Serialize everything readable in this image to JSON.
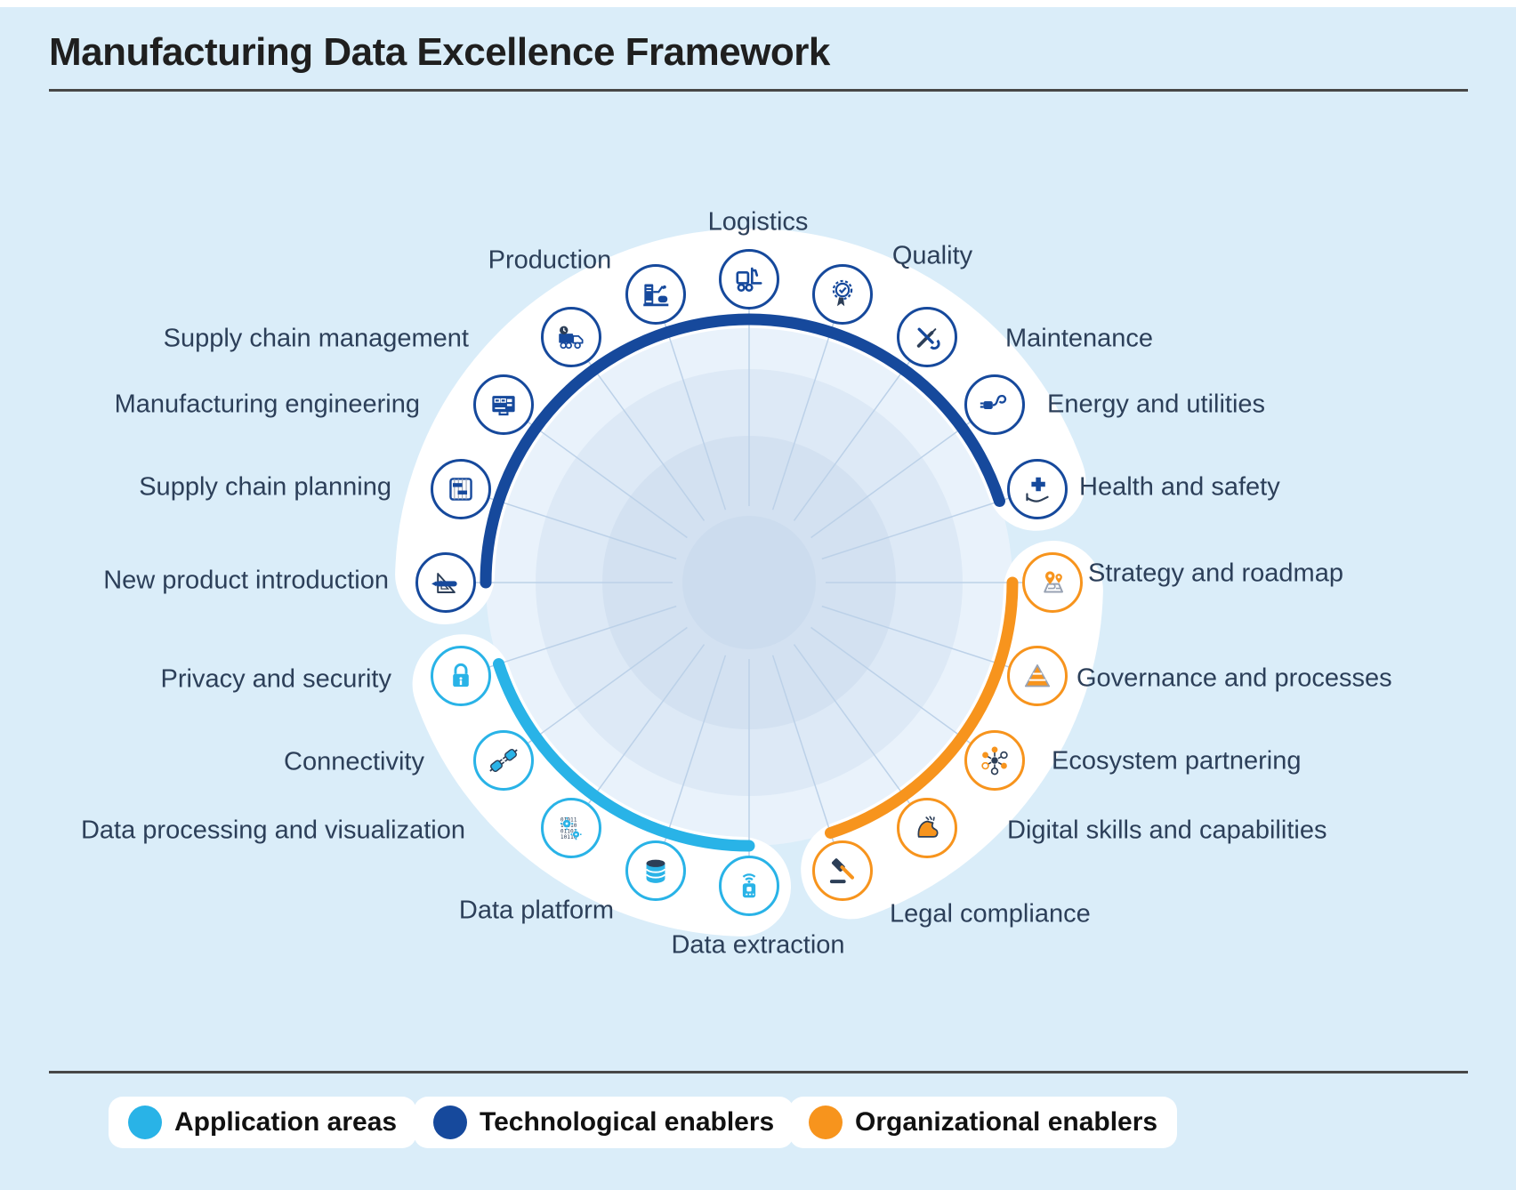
{
  "title": "Manufacturing Data Excellence Framework",
  "wheel": {
    "colors": {
      "navy": "#16499c",
      "cyan": "#29b3e7",
      "orange": "#f7941d"
    },
    "items": [
      {
        "id": "logistics",
        "label": "Logistics",
        "icon": "forklift-icon",
        "ring": "navy"
      },
      {
        "id": "quality",
        "label": "Quality",
        "icon": "award-ribbon-icon",
        "ring": "navy"
      },
      {
        "id": "maintenance",
        "label": "Maintenance",
        "icon": "crossed-tools-icon",
        "ring": "navy"
      },
      {
        "id": "energy-and-utilities",
        "label": "Energy and utilities",
        "icon": "power-plug-icon",
        "ring": "navy"
      },
      {
        "id": "health-and-safety",
        "label": "Health and safety",
        "icon": "hand-plus-icon",
        "ring": "navy"
      },
      {
        "id": "strategy-and-roadmap",
        "label": "Strategy and roadmap",
        "icon": "map-pins-icon",
        "ring": "orange"
      },
      {
        "id": "governance-and-processes",
        "label": "Governance and processes",
        "icon": "pyramid-icon",
        "ring": "orange"
      },
      {
        "id": "ecosystem-partnering",
        "label": "Ecosystem partnering",
        "icon": "network-hub-icon",
        "ring": "orange"
      },
      {
        "id": "digital-skills-and-capabilities",
        "label": "Digital skills and capabilities",
        "icon": "arm-muscle-icon",
        "ring": "orange"
      },
      {
        "id": "legal-compliance",
        "label": "Legal compliance",
        "icon": "gavel-icon",
        "ring": "orange"
      },
      {
        "id": "data-extraction",
        "label": "Data extraction",
        "icon": "sensor-device-icon",
        "ring": "cyan"
      },
      {
        "id": "data-platform",
        "label": "Data platform",
        "icon": "database-icon",
        "ring": "cyan"
      },
      {
        "id": "data-processing-and-visualization",
        "label": "Data processing and visualization",
        "icon": "binary-gears-icon",
        "ring": "cyan"
      },
      {
        "id": "connectivity",
        "label": "Connectivity",
        "icon": "plug-connectors-icon",
        "ring": "cyan"
      },
      {
        "id": "privacy-and-security",
        "label": "Privacy and security",
        "icon": "padlock-icon",
        "ring": "cyan"
      },
      {
        "id": "new-product-introduction",
        "label": "New product introduction",
        "icon": "drafting-tools-icon",
        "ring": "navy"
      },
      {
        "id": "supply-chain-planning",
        "label": "Supply chain planning",
        "icon": "gantt-chart-icon",
        "ring": "navy"
      },
      {
        "id": "manufacturing-engineering",
        "label": "Manufacturing engineering",
        "icon": "control-panel-icon",
        "ring": "navy"
      },
      {
        "id": "supply-chain-management",
        "label": "Supply chain management",
        "icon": "delivery-truck-icon",
        "ring": "navy"
      },
      {
        "id": "production",
        "label": "Production",
        "icon": "factory-machine-icon",
        "ring": "navy"
      }
    ]
  },
  "legend": {
    "items": [
      {
        "label": "Application areas",
        "color": "#29b3e7"
      },
      {
        "label": "Technological enablers",
        "color": "#16499c"
      },
      {
        "label": "Organizational enablers",
        "color": "#f7941d"
      }
    ]
  }
}
